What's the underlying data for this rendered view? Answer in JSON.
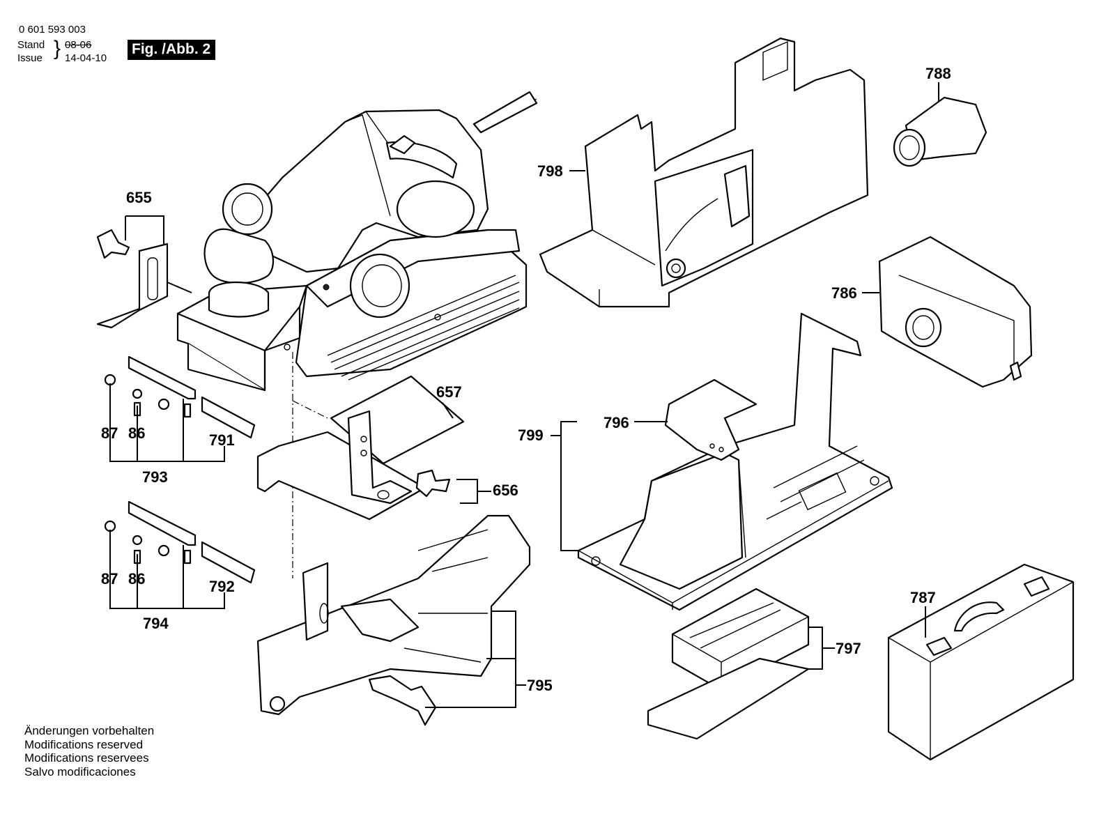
{
  "header": {
    "part_number": "0 601 593 003",
    "stand_label": "Stand",
    "issue_label": "Issue",
    "old_date": "08-06",
    "issue_date": "14-04-10",
    "figure_label": "Fig. /Abb. 2"
  },
  "callouts": {
    "c655": "655",
    "c657": "657",
    "c656": "656",
    "c87a": "87",
    "c86a": "86",
    "c791": "791",
    "c793": "793",
    "c87b": "87",
    "c86b": "86",
    "c792": "792",
    "c794": "794",
    "c795": "795",
    "c798": "798",
    "c788": "788",
    "c786": "786",
    "c799": "799",
    "c796": "796",
    "c797": "797",
    "c787": "787"
  },
  "notes": [
    "Änderungen vorbehalten",
    "Modifications reserved",
    "Modifications reservees",
    "Salvo modificaciones"
  ]
}
